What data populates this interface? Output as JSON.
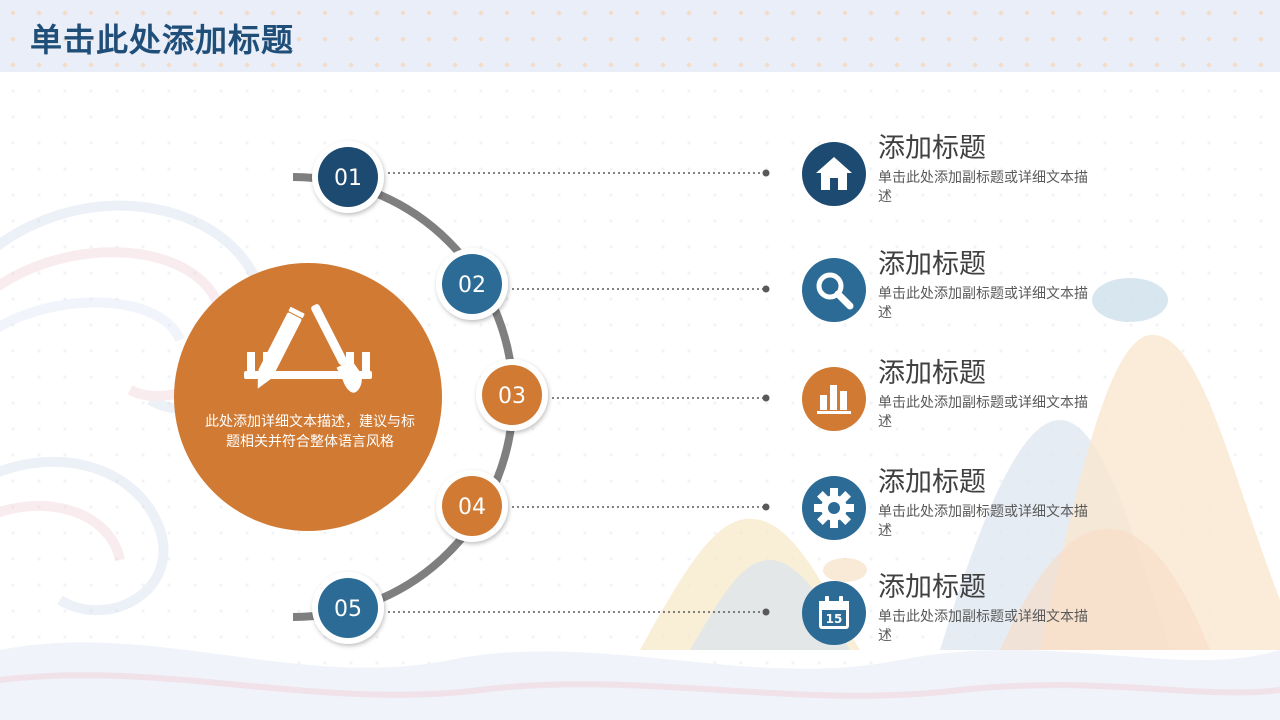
{
  "page_title": "单击此处添加标题",
  "center": {
    "icon": "app-store-pencil-brush-icon",
    "text": "此处添加详细文本描述，建议与标题相关并符合整体语言风格",
    "color": "#d07a33"
  },
  "steps": [
    {
      "number": "01",
      "color": "#1c4a70"
    },
    {
      "number": "02",
      "color": "#2b6b95"
    },
    {
      "number": "03",
      "color": "#d07a33"
    },
    {
      "number": "04",
      "color": "#d07a33"
    },
    {
      "number": "05",
      "color": "#2b6b95"
    }
  ],
  "items": [
    {
      "title": "添加标题",
      "desc": "单击此处添加副标题或详细文本描述",
      "icon": "home-icon",
      "color": "#1c4a70"
    },
    {
      "title": "添加标题",
      "desc": "单击此处添加副标题或详细文本描述",
      "icon": "search-icon",
      "color": "#2b6b95"
    },
    {
      "title": "添加标题",
      "desc": "单击此处添加副标题或详细文本描述",
      "icon": "bar-chart-icon",
      "color": "#d07a33"
    },
    {
      "title": "添加标题",
      "desc": "单击此处添加副标题或详细文本描述",
      "icon": "gear-icon",
      "color": "#2b6b95"
    },
    {
      "title": "添加标题",
      "desc": "单击此处添加副标题或详细文本描述",
      "icon": "calendar-icon",
      "color": "#2b6b95",
      "icon_text": "15"
    }
  ],
  "colors": {
    "title": "#1f4e79",
    "arc": "#7f7f7f",
    "header_bg": "#e9eef8"
  }
}
